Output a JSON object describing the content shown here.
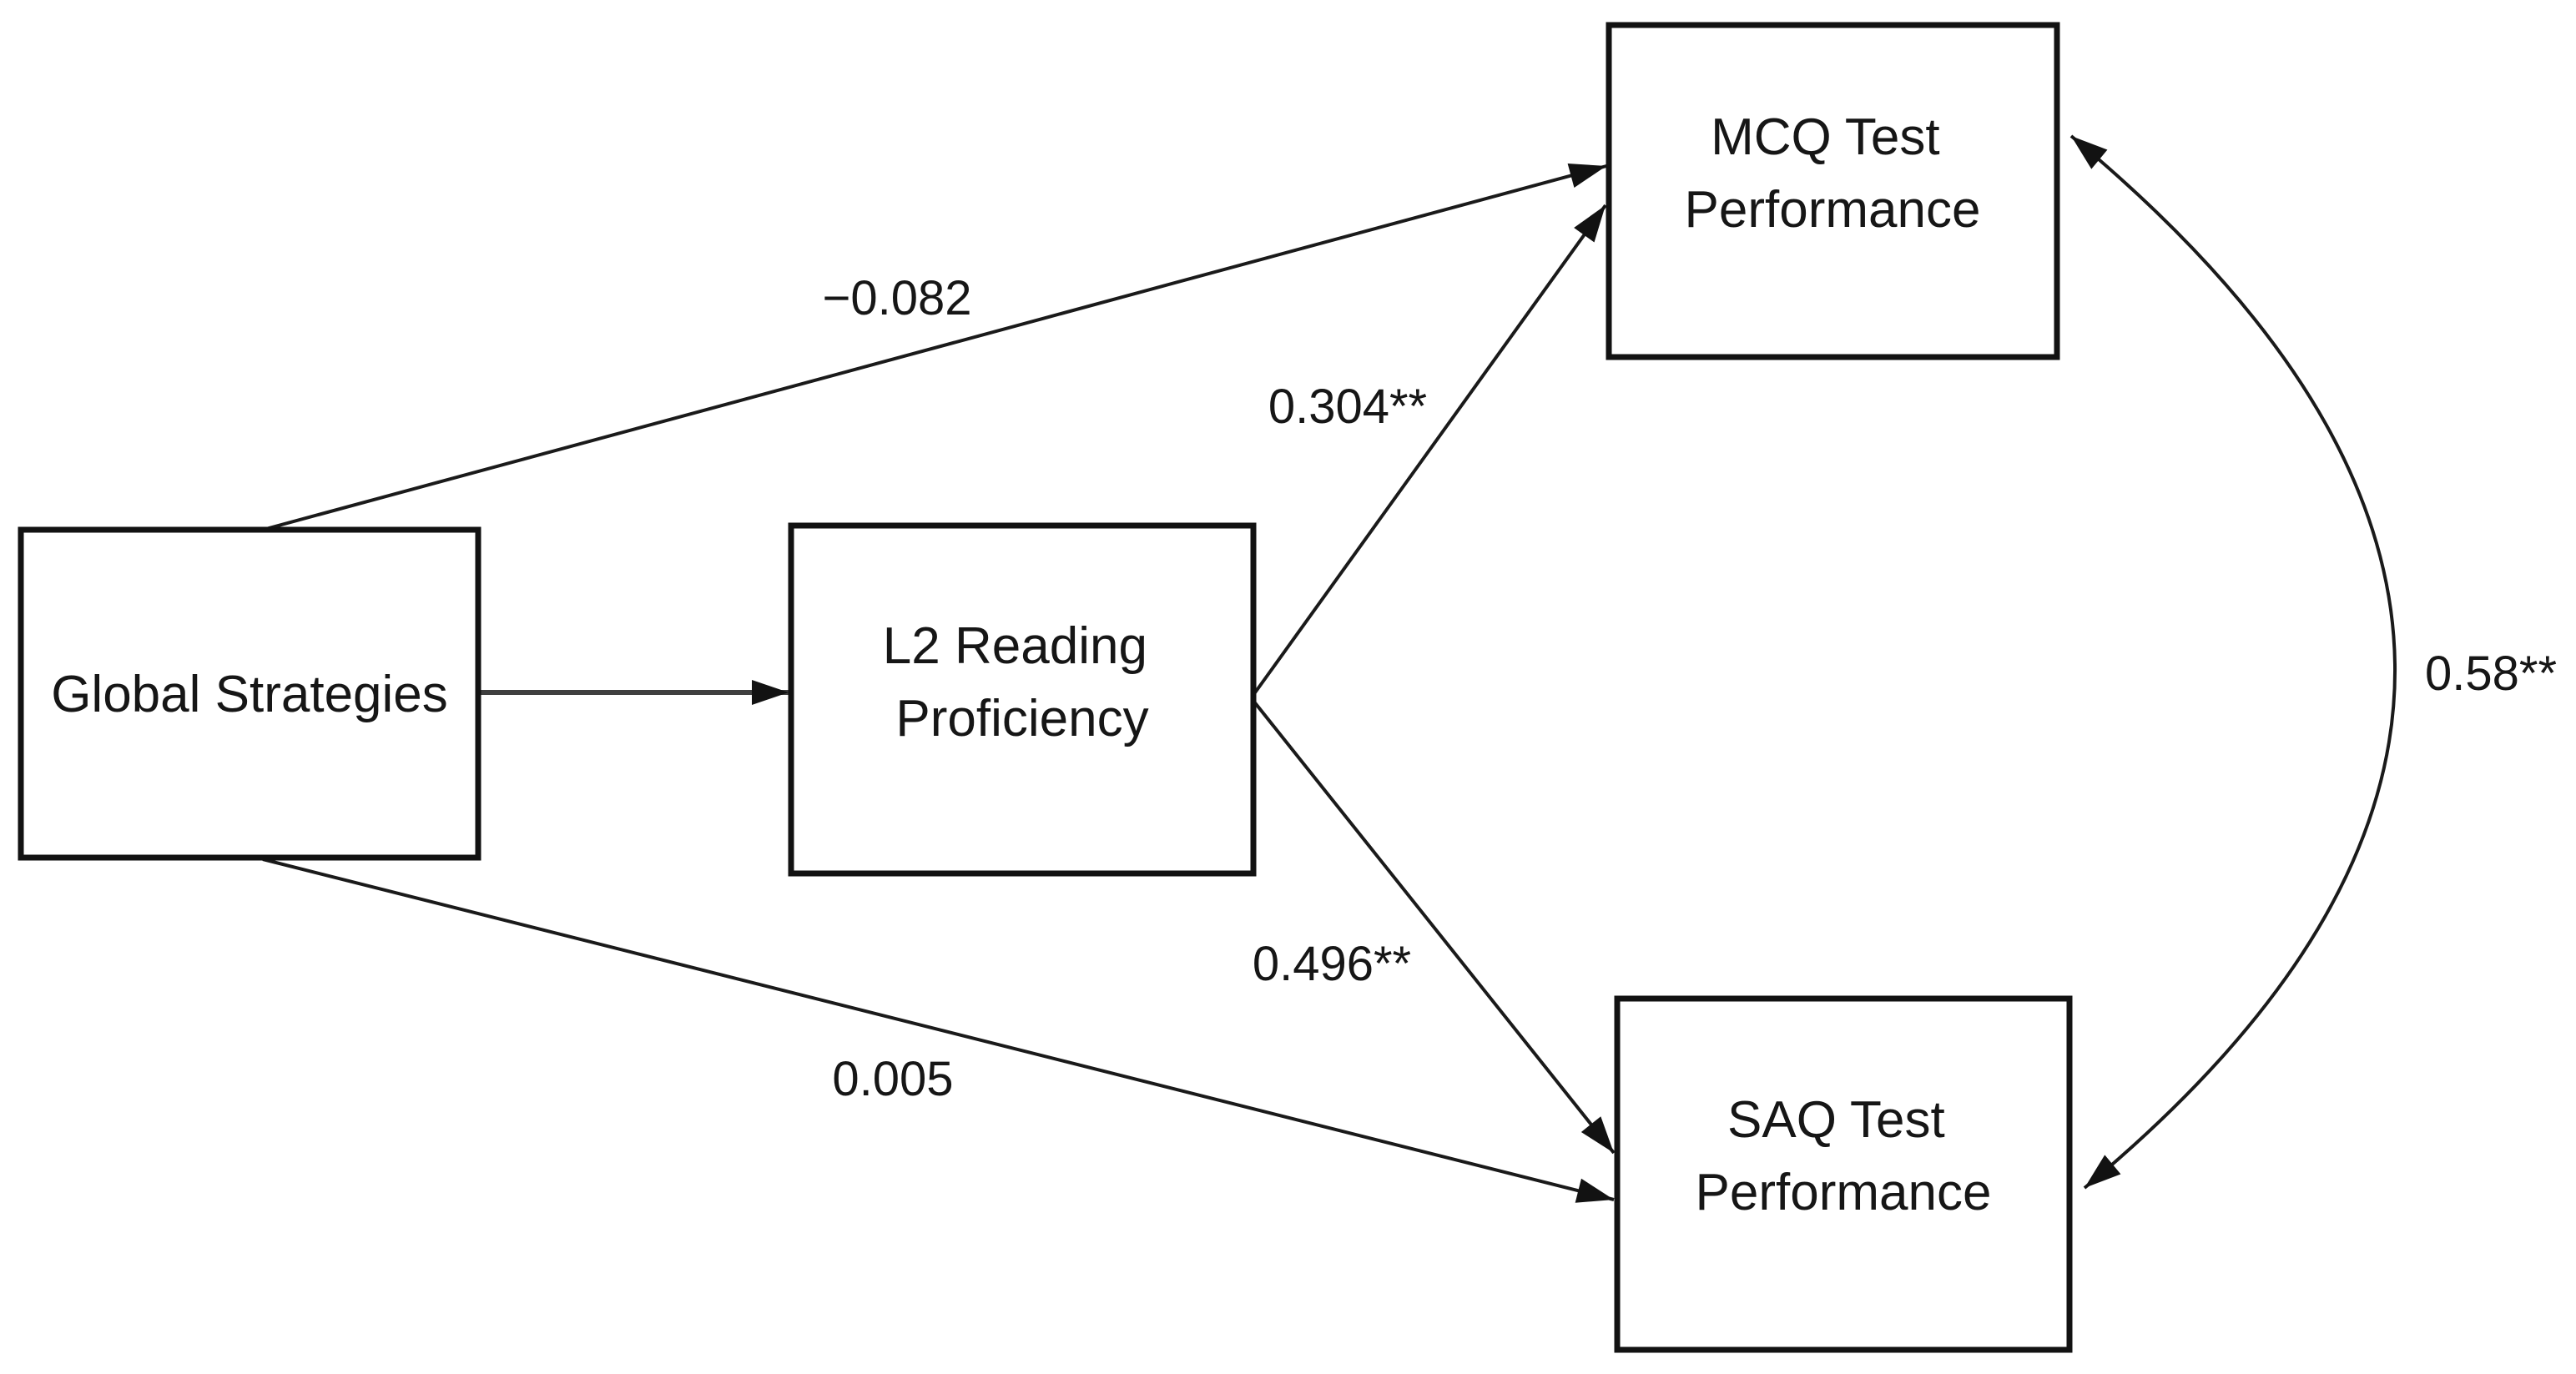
{
  "figure": {
    "type": "path-diagram",
    "background_color": "#ffffff",
    "ink_color": "#161616"
  },
  "diagram": {
    "nodes": [
      {
        "id": "global-strategies",
        "lines": [
          "Global Strategies",
          ""
        ]
      },
      {
        "id": "l2-reading-proficiency",
        "lines": [
          "L2 Reading",
          "Proficiency"
        ]
      },
      {
        "id": "mcq-test-performance",
        "lines": [
          "MCQ Test",
          "Performance"
        ]
      },
      {
        "id": "saq-test-performance",
        "lines": [
          "SAQ Test",
          "Performance"
        ]
      }
    ],
    "edges": [
      {
        "id": "global-to-mcq",
        "from": "global-strategies",
        "to": "mcq-test-performance",
        "style": "straight-single-arrow",
        "label": "−0.082"
      },
      {
        "id": "global-to-l2",
        "from": "global-strategies",
        "to": "l2-reading-proficiency",
        "style": "straight-single-arrow",
        "label": ""
      },
      {
        "id": "l2-to-mcq",
        "from": "l2-reading-proficiency",
        "to": "mcq-test-performance",
        "style": "straight-single-arrow",
        "label": "0.304**"
      },
      {
        "id": "l2-to-saq",
        "from": "l2-reading-proficiency",
        "to": "saq-test-performance",
        "style": "straight-single-arrow",
        "label": "0.496**"
      },
      {
        "id": "global-to-saq",
        "from": "global-strategies",
        "to": "saq-test-performance",
        "style": "straight-single-arrow",
        "label": "0.005"
      },
      {
        "id": "mcq-saq-covariance",
        "from": "mcq-test-performance",
        "to": "saq-test-performance",
        "style": "curved-double-arrow",
        "label": "0.58**"
      }
    ]
  }
}
